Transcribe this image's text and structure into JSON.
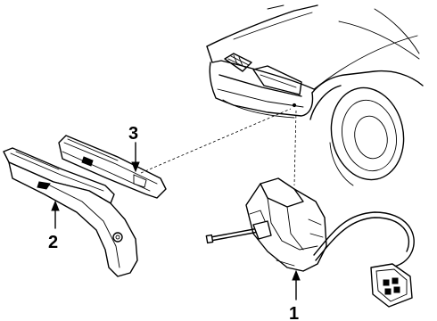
{
  "diagram": {
    "callouts": [
      {
        "id": "1",
        "label": "1"
      },
      {
        "id": "2",
        "label": "2"
      },
      {
        "id": "3",
        "label": "3"
      }
    ]
  }
}
